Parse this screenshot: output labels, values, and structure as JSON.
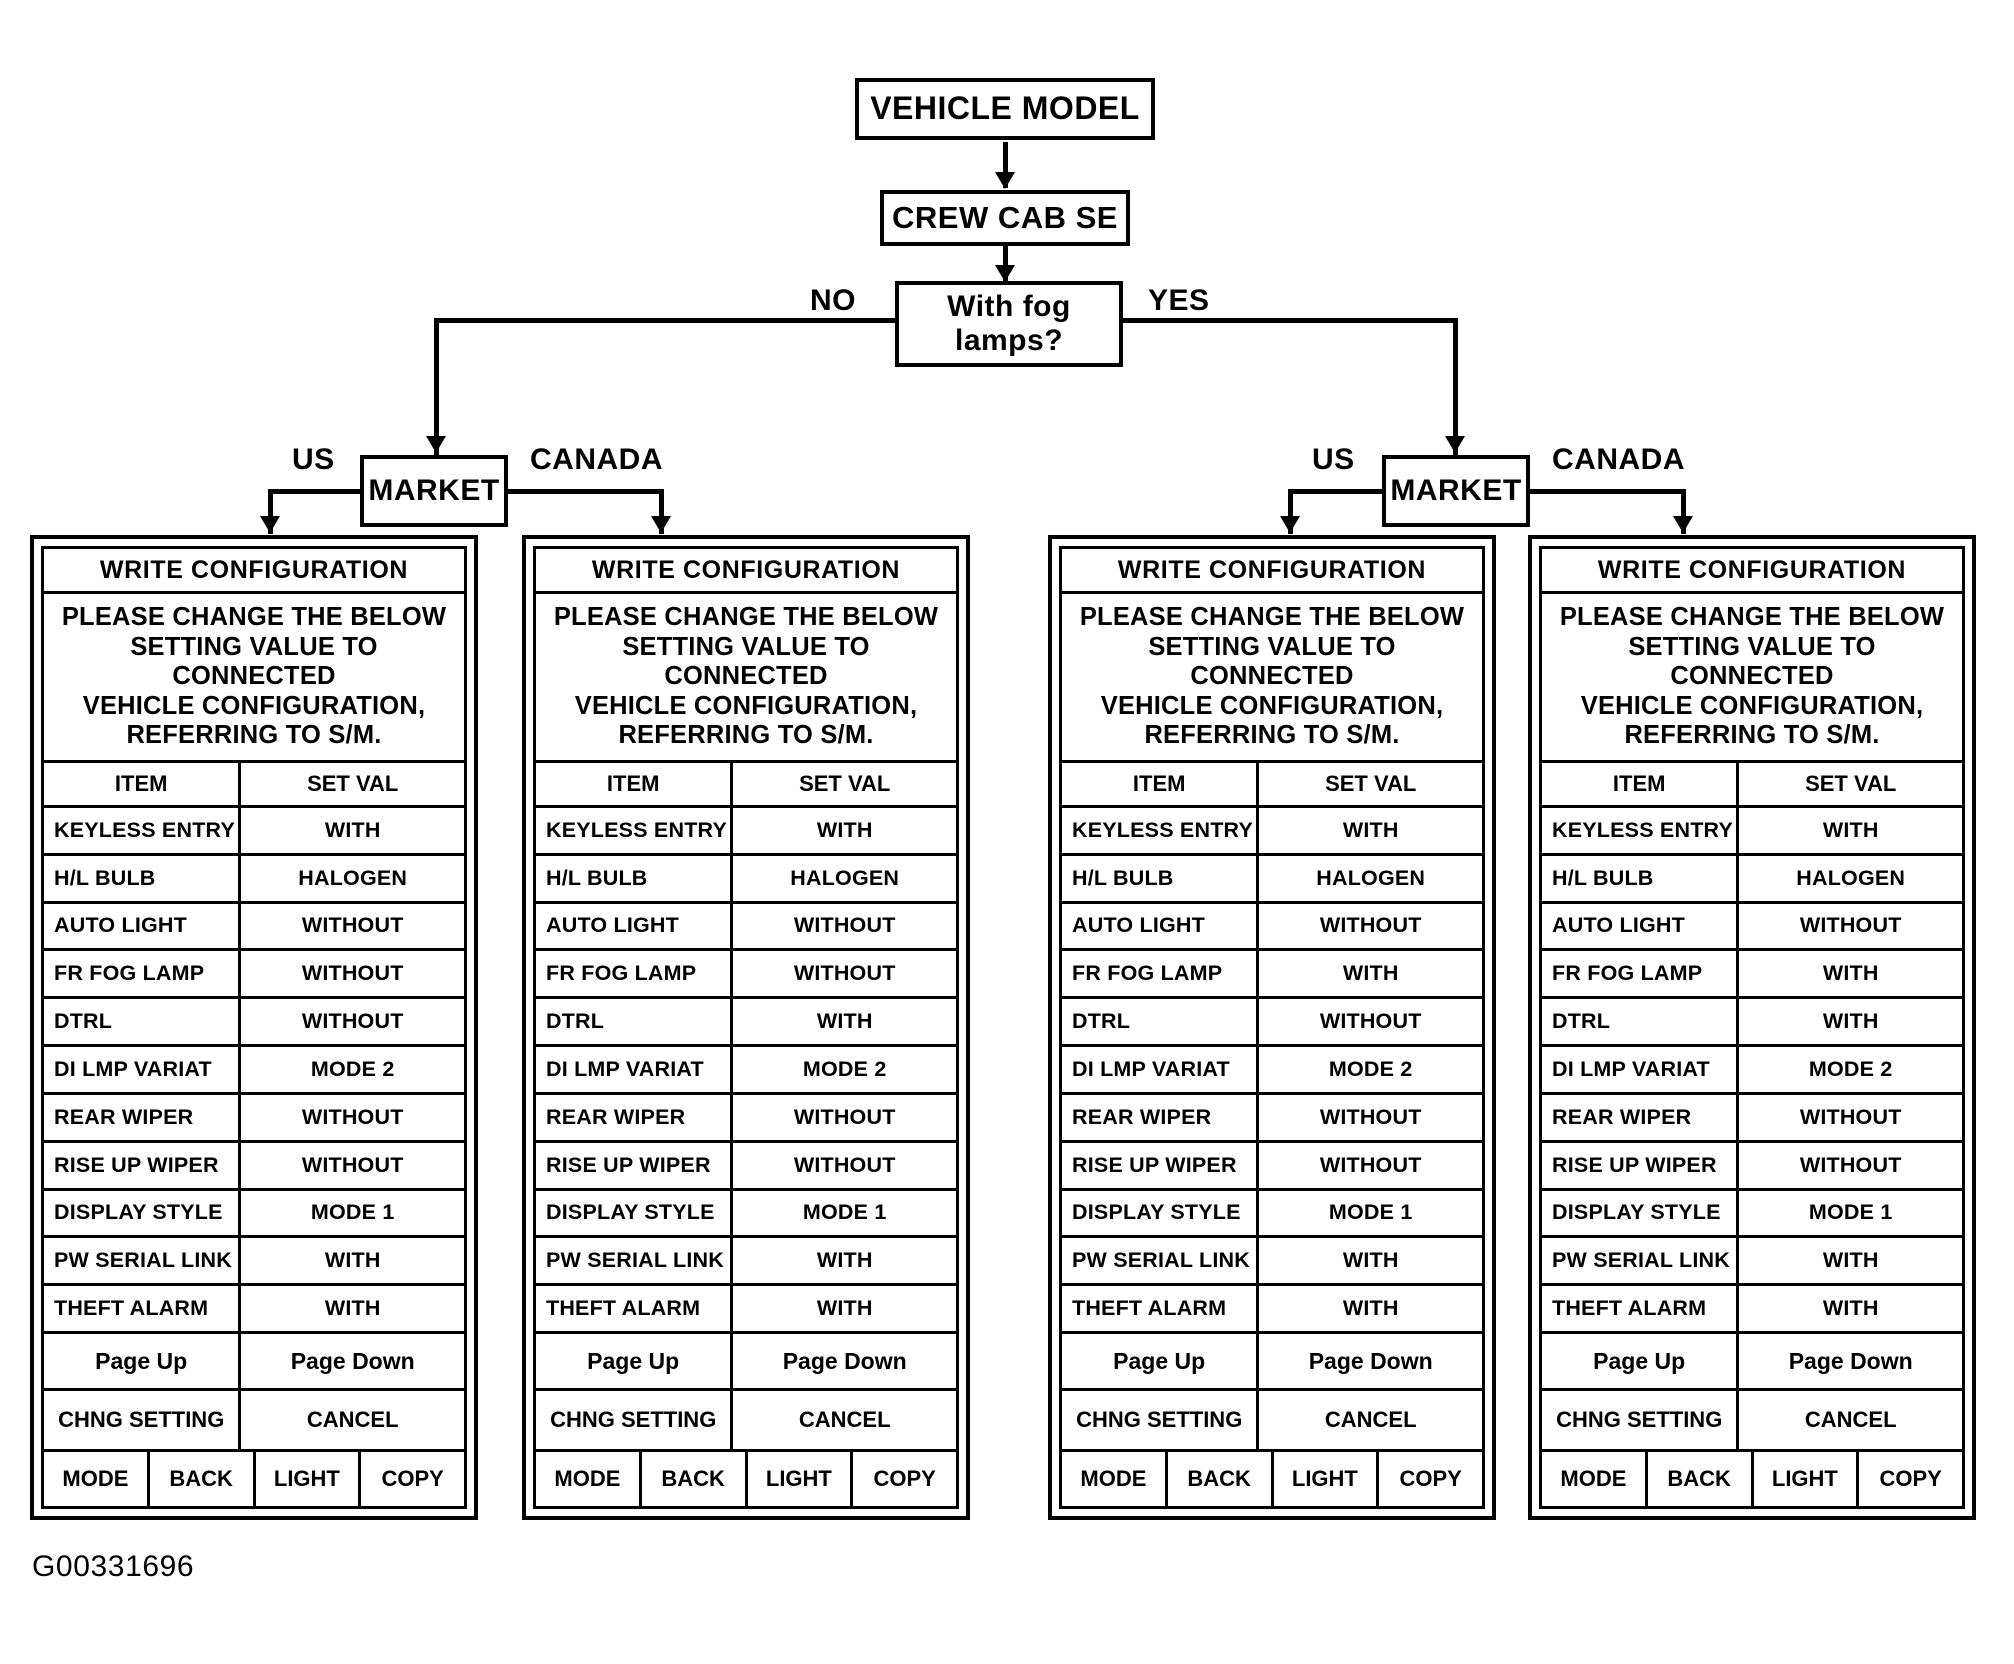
{
  "figure": {
    "id_label": "G00331696"
  },
  "flow": {
    "root": "VEHICLE MODEL",
    "model": "CREW CAB SE",
    "decision": "With fog lamps?",
    "decision_line1": "With fog",
    "decision_line2": "lamps?",
    "branch_no": "NO",
    "branch_yes": "YES",
    "market_left": "MARKET",
    "market_right": "MARKET",
    "market_left_us": "US",
    "market_left_canada": "CANADA",
    "market_right_us": "US",
    "market_right_canada": "CANADA"
  },
  "panel_common": {
    "title": "WRITE CONFIGURATION",
    "message": "PLEASE CHANGE THE BELOW SETTING VALUE TO CONNECTED VEHICLE CONFIGURATION, REFERRING TO S/M.",
    "message_line1": "PLEASE CHANGE THE BELOW",
    "message_line2": "SETTING VALUE TO CONNECTED",
    "message_line3": "VEHICLE CONFIGURATION,",
    "message_line4": "REFERRING TO S/M.",
    "col_item": "ITEM",
    "col_setval": "SET VAL",
    "page_up": "Page Up",
    "page_down": "Page Down",
    "chng_setting": "CHNG SETTING",
    "cancel": "CANCEL",
    "key_mode": "MODE",
    "key_back": "BACK",
    "key_light": "LIGHT",
    "key_copy": "COPY",
    "items": [
      "KEYLESS ENTRY",
      "H/L BULB",
      "AUTO LIGHT",
      "FR FOG LAMP",
      "DTRL",
      "DI LMP VARIAT",
      "REAR WIPER",
      "RISE UP WIPER",
      "DISPLAY STYLE",
      "PW SERIAL LINK",
      "THEFT ALARM"
    ]
  },
  "panels": [
    {
      "branch": "NO",
      "market": "US",
      "values": [
        "WITH",
        "HALOGEN",
        "WITHOUT",
        "WITHOUT",
        "WITHOUT",
        "MODE 2",
        "WITHOUT",
        "WITHOUT",
        "MODE 1",
        "WITH",
        "WITH"
      ]
    },
    {
      "branch": "NO",
      "market": "CANADA",
      "values": [
        "WITH",
        "HALOGEN",
        "WITHOUT",
        "WITHOUT",
        "WITH",
        "MODE 2",
        "WITHOUT",
        "WITHOUT",
        "MODE 1",
        "WITH",
        "WITH"
      ]
    },
    {
      "branch": "YES",
      "market": "US",
      "values": [
        "WITH",
        "HALOGEN",
        "WITHOUT",
        "WITH",
        "WITHOUT",
        "MODE 2",
        "WITHOUT",
        "WITHOUT",
        "MODE 1",
        "WITH",
        "WITH"
      ]
    },
    {
      "branch": "YES",
      "market": "CANADA",
      "values": [
        "WITH",
        "HALOGEN",
        "WITHOUT",
        "WITH",
        "WITH",
        "MODE 2",
        "WITHOUT",
        "WITHOUT",
        "MODE 1",
        "WITH",
        "WITH"
      ]
    }
  ],
  "colors": {
    "ink": "#000000",
    "paper": "#ffffff"
  }
}
